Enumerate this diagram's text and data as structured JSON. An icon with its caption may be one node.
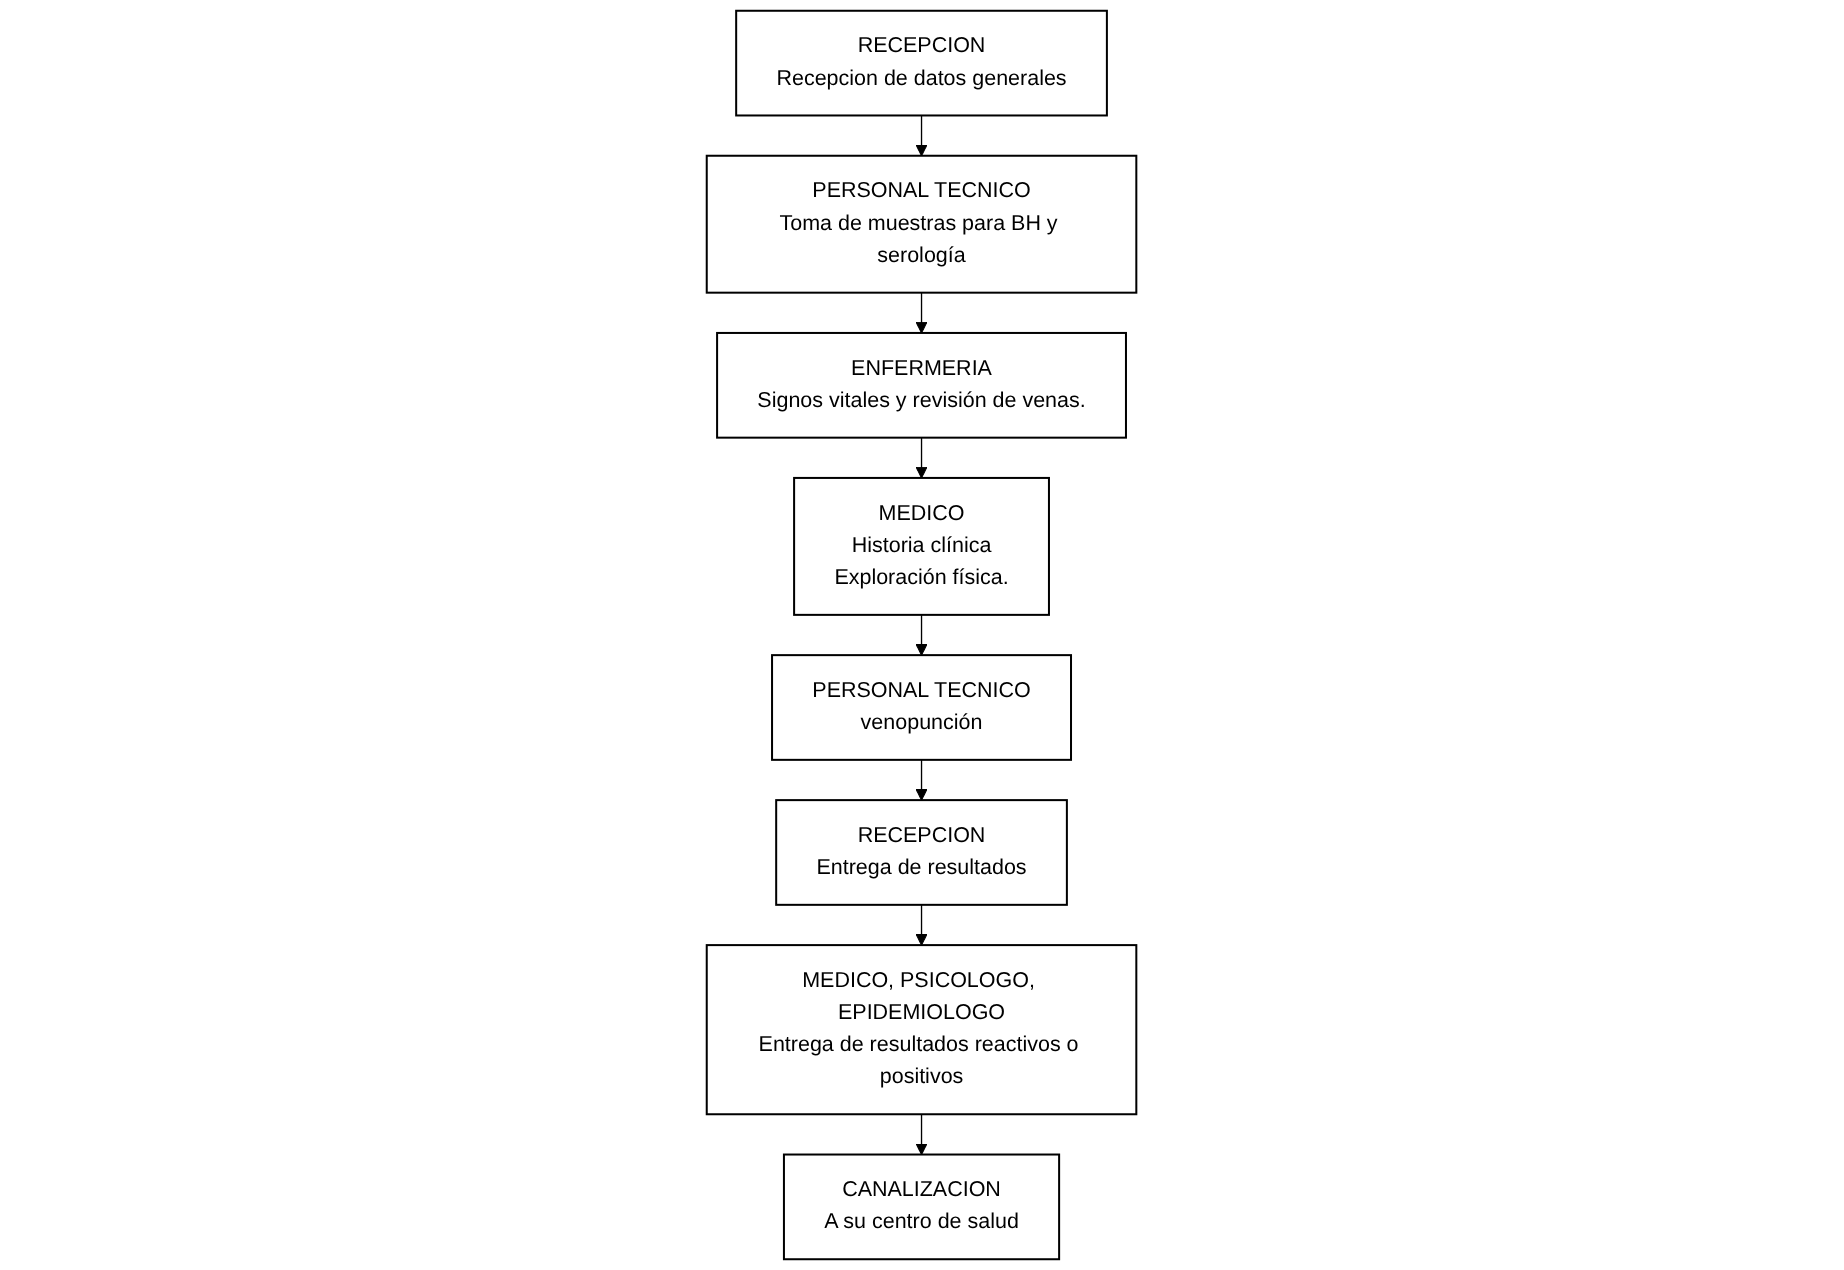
{
  "diagram": {
    "nodes": [
      {
        "text": [
          "RECEPCION",
          "Recepcion de datos generales"
        ]
      },
      {
        "text": [
          "PERSONAL TECNICO",
          "Toma de muestras para BH y serología"
        ]
      },
      {
        "text": [
          "ENFERMERIA",
          "Signos vitales y revisión de venas."
        ]
      },
      {
        "text": [
          "MEDICO",
          "Historia clínica",
          "Exploración física."
        ]
      },
      {
        "text": [
          "PERSONAL TECNICO",
          "venopunción"
        ]
      },
      {
        "text": [
          "RECEPCION",
          "Entrega de resultados"
        ]
      },
      {
        "text": [
          "MEDICO, PSICOLOGO, EPIDEMIOLOGO",
          "Entrega de resultados reactivos o positivos"
        ]
      },
      {
        "text": [
          "CANALIZACION",
          "A su centro de salud"
        ]
      }
    ],
    "edges": [
      {
        "from": 0,
        "to": 1,
        "arrow": "to"
      },
      {
        "from": 1,
        "to": 2,
        "arrow": "to"
      },
      {
        "from": 2,
        "to": 3,
        "arrow": "to"
      },
      {
        "from": 3,
        "to": 4,
        "arrow": "to"
      },
      {
        "from": 4,
        "to": 5,
        "arrow": "to"
      },
      {
        "from": 5,
        "to": 6,
        "arrow": "to"
      },
      {
        "from": 6,
        "to": 7,
        "arrow": "to"
      }
    ]
  }
}
